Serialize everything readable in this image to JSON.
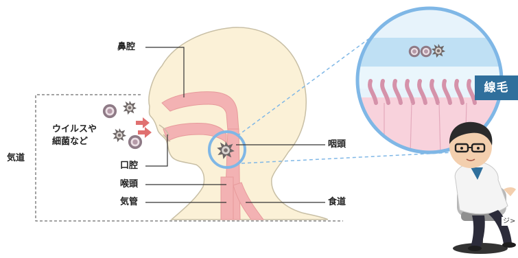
{
  "labels": {
    "nasal_cavity": "鼻腔",
    "virus": "ウイルスや\n細菌など",
    "airway": "気道",
    "pharynx": "咽頭",
    "oral_cavity": "口腔",
    "larynx": "喉頭",
    "trachea": "気管",
    "esophagus": "食道"
  },
  "zoom_badge": "線毛",
  "cropped_text": "ジ>",
  "colors": {
    "skin": "#fbf1d7",
    "skin_outline": "#c8bfa5",
    "airway_pink": "#f3b2b3",
    "zoom_ring": "#7fb7e6",
    "mucus_blue": "#bfe0f4",
    "badge": "#2f6f9c",
    "arrow": "#e07070"
  },
  "icons": [
    "virus-icon",
    "arrow-icon",
    "doctor-illustration"
  ]
}
